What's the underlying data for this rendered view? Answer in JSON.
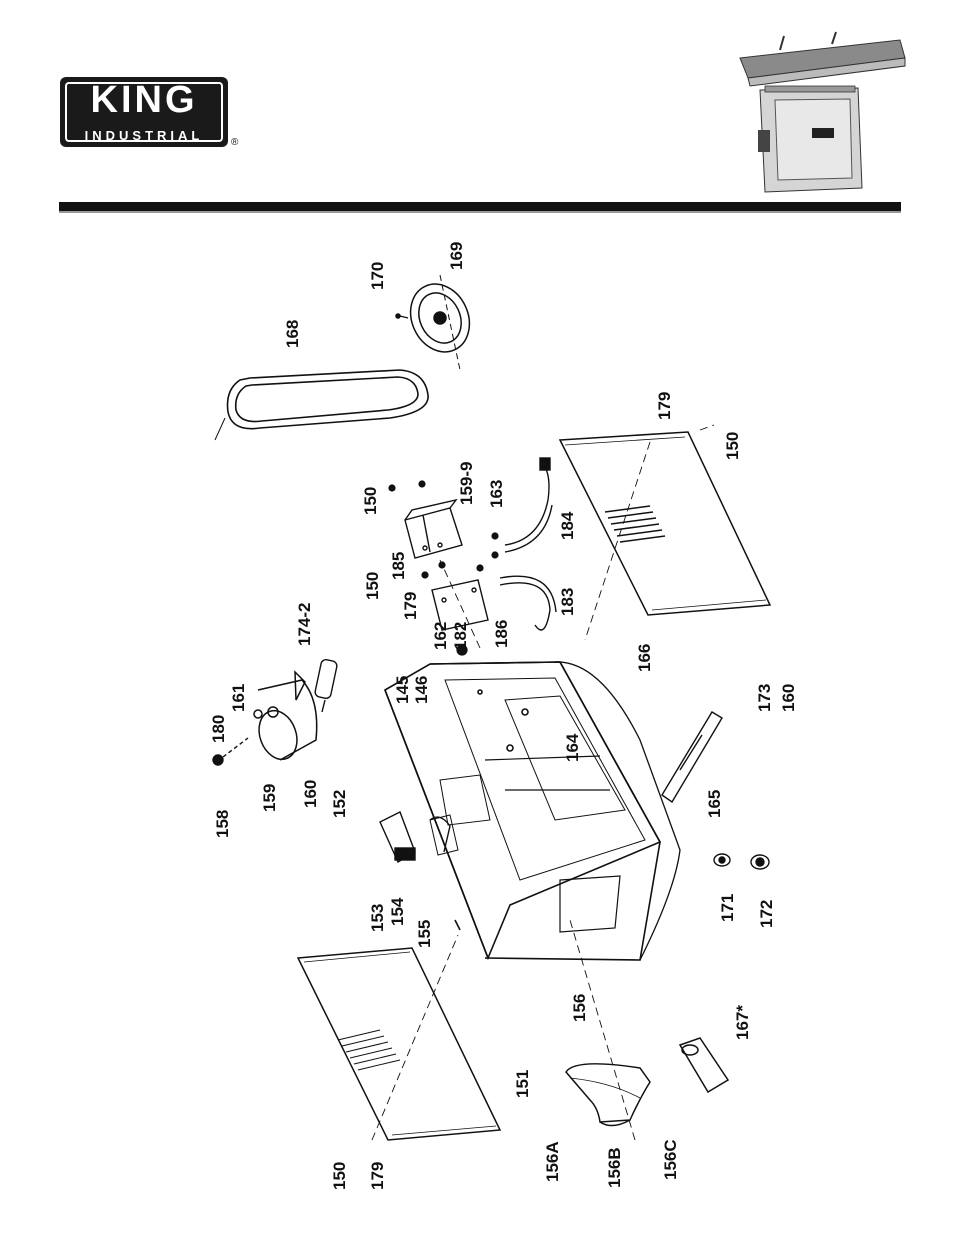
{
  "brand": {
    "name": "KING",
    "sub": "INDUSTRIAL",
    "registered": "®"
  },
  "product_photo_icon": "jointer-machine-photo",
  "part_labels": [
    {
      "id": "150-a",
      "text": "150"
    },
    {
      "id": "179-a",
      "text": "179"
    },
    {
      "id": "151",
      "text": "151"
    },
    {
      "id": "156A",
      "text": "156A"
    },
    {
      "id": "156B",
      "text": "156B"
    },
    {
      "id": "156C",
      "text": "156C"
    },
    {
      "id": "167",
      "text": "167*"
    },
    {
      "id": "156",
      "text": "156"
    },
    {
      "id": "155",
      "text": "155"
    },
    {
      "id": "153",
      "text": "153"
    },
    {
      "id": "154",
      "text": "154"
    },
    {
      "id": "152",
      "text": "152"
    },
    {
      "id": "158",
      "text": "158"
    },
    {
      "id": "159",
      "text": "159"
    },
    {
      "id": "160-a",
      "text": "160"
    },
    {
      "id": "180",
      "text": "180"
    },
    {
      "id": "161",
      "text": "161"
    },
    {
      "id": "174-2",
      "text": "174-2"
    },
    {
      "id": "145",
      "text": "145"
    },
    {
      "id": "146",
      "text": "146"
    },
    {
      "id": "162",
      "text": "162"
    },
    {
      "id": "182",
      "text": "182"
    },
    {
      "id": "150-b",
      "text": "150"
    },
    {
      "id": "179-b",
      "text": "179"
    },
    {
      "id": "185",
      "text": "185"
    },
    {
      "id": "186",
      "text": "186"
    },
    {
      "id": "150-c",
      "text": "150"
    },
    {
      "id": "159-9",
      "text": "159-9"
    },
    {
      "id": "163",
      "text": "163"
    },
    {
      "id": "184",
      "text": "184"
    },
    {
      "id": "183",
      "text": "183"
    },
    {
      "id": "168",
      "text": "168"
    },
    {
      "id": "170",
      "text": "170"
    },
    {
      "id": "169",
      "text": "169"
    },
    {
      "id": "179-c",
      "text": "179"
    },
    {
      "id": "150-d",
      "text": "150"
    },
    {
      "id": "166",
      "text": "166"
    },
    {
      "id": "164",
      "text": "164"
    },
    {
      "id": "165",
      "text": "165"
    },
    {
      "id": "173",
      "text": "173"
    },
    {
      "id": "160-b",
      "text": "160"
    },
    {
      "id": "171",
      "text": "171"
    },
    {
      "id": "172",
      "text": "172"
    }
  ]
}
